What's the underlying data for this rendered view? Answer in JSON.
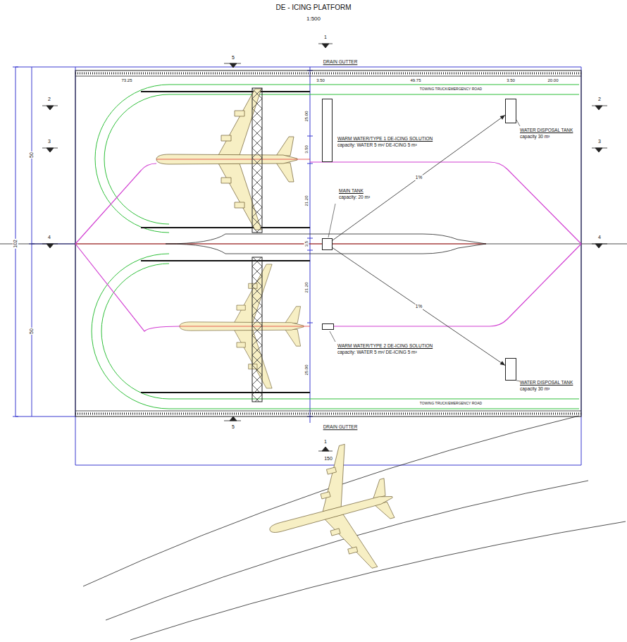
{
  "diagram": {
    "title": "DE - ICING PLATFORM",
    "nodes": [
      {
        "text": [
          "WARM WATER/TYPE 1 DE-ICING SOLUTION",
          "capacity: WATER 5 m³/ DE-ICING 5 m³"
        ]
      },
      {
        "text": [
          "WATER DISPOSAL TANK",
          "capacity 30 m³"
        ]
      },
      {
        "text": [
          "MAIN TANK",
          "capacity: 20 m³"
        ]
      },
      {
        "text": [
          "WARM WATER/TYPE 2 DE-ICING SOLUTION",
          "capacity: WATER 5 m³/ DE-ICING 5 m³"
        ]
      },
      {
        "text": [
          "WATER DISPOSAL TANK",
          "capacity 30 m³"
        ]
      }
    ],
    "edges": [
      {
        "from": 2,
        "to": 1,
        "arrow": "to",
        "label": "1%"
      },
      {
        "from": 2,
        "to": 4,
        "arrow": "to",
        "label": "1%"
      }
    ],
    "labels": [
      "1:500",
      "1",
      "5",
      "2",
      "3",
      "4",
      "2",
      "3",
      "4",
      "DRAIN GUTTER",
      "TOWING TRUCK/EMERGENCY ROAD",
      "73.25",
      "3.50",
      "49.75",
      "3.50",
      "20.00",
      "25.00",
      "3.50",
      "21.20",
      "3.5",
      "21.20",
      "25.00",
      "50",
      "50",
      "102",
      "DRAIN GUTTER",
      "TOWING TRUCK/EMERGENCY ROAD",
      "5",
      "1",
      "150"
    ]
  }
}
